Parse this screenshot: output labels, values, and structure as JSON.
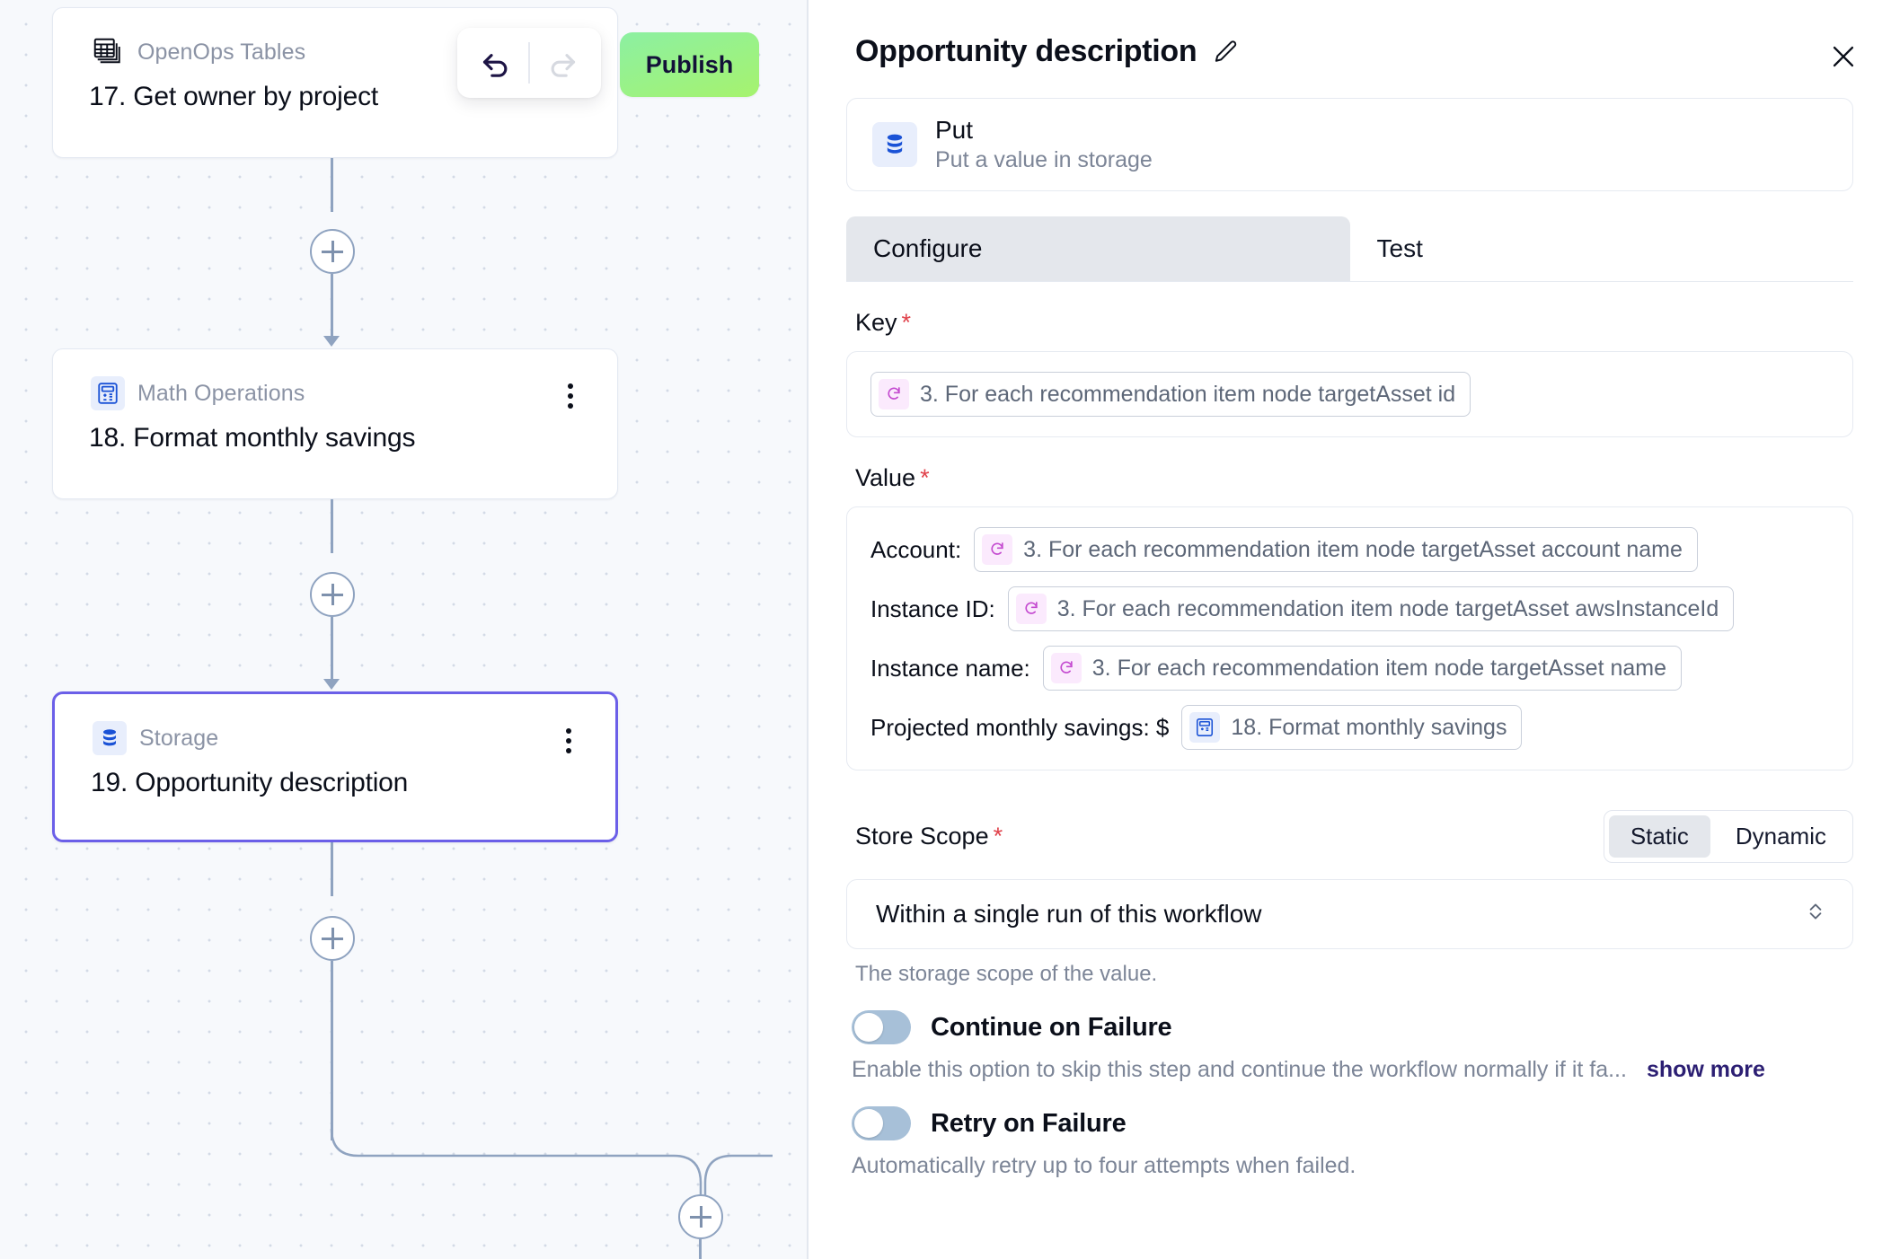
{
  "canvas": {
    "publish_label": "Publish",
    "undo_icon": "undo-arrow-icon",
    "redo_icon": "redo-arrow-icon",
    "nodes": [
      {
        "type": "OpenOps Tables",
        "title": "17. Get owner by project",
        "icon": "table-stack-icon",
        "selected": false
      },
      {
        "type": "Math Operations",
        "title": "18. Format monthly savings",
        "icon": "calculator-icon",
        "selected": false
      },
      {
        "type": "Storage",
        "title": "19. Opportunity description",
        "icon": "database-icon",
        "selected": true
      }
    ],
    "add_button_label": "+"
  },
  "panel": {
    "title": "Opportunity description",
    "edit_icon": "pencil-icon",
    "close_icon": "close-icon",
    "action": {
      "name": "Put",
      "description": "Put a value in storage",
      "icon": "database-icon"
    },
    "tabs": [
      {
        "label": "Configure",
        "active": true
      },
      {
        "label": "Test",
        "active": false
      }
    ],
    "key": {
      "label": "Key",
      "required": "*",
      "chip": {
        "icon": "loop-icon",
        "text": "3. For each recommendation item node targetAsset id"
      }
    },
    "value": {
      "label": "Value",
      "required": "*",
      "rows": [
        {
          "label": "Account:",
          "chip_icon": "loop-icon",
          "chip_text": "3. For each recommendation item node targetAsset account name"
        },
        {
          "label": "Instance ID:",
          "chip_icon": "loop-icon",
          "chip_text": "3. For each recommendation item node targetAsset awsInstanceId"
        },
        {
          "label": "Instance name:",
          "chip_icon": "loop-icon",
          "chip_text": "3. For each recommendation item node targetAsset name"
        },
        {
          "label": "Projected monthly savings: $",
          "chip_icon": "calculator-icon",
          "chip_text": "18. Format monthly savings"
        }
      ]
    },
    "store_scope": {
      "label": "Store Scope",
      "required": "*",
      "segmented": [
        {
          "label": "Static",
          "active": true
        },
        {
          "label": "Dynamic",
          "active": false
        }
      ],
      "selected_option": "Within a single run of this workflow",
      "helper": "The storage scope of the value."
    },
    "continue_on_failure": {
      "label": "Continue on Failure",
      "description": "Enable this option to skip this step and continue the workflow normally if it fa...",
      "show_more": "show more",
      "enabled": false
    },
    "retry_on_failure": {
      "label": "Retry on Failure",
      "description": "Automatically retry up to four attempts when failed.",
      "enabled": false
    }
  },
  "colors": {
    "accent_purple": "#6b5fe8",
    "publish_green_start": "#8cf0a2",
    "publish_green_end": "#a6f36e",
    "required_red": "#e0414a",
    "connector": "#8fa3c0"
  }
}
